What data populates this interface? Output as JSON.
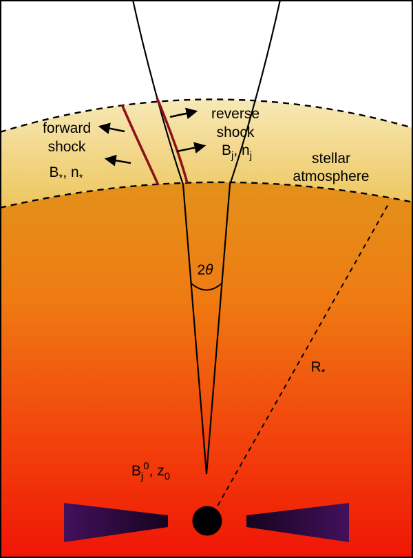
{
  "figure": {
    "name": "jet-stellar-atmosphere-schematic",
    "colors": {
      "background": "#FFFFFF",
      "outline": "#000000",
      "atmosphere_top": "#FAF3D0",
      "atmosphere_bottom": "#EDC55C",
      "interior_top": "#E0961C",
      "interior_upper_mid": "#EF7B12",
      "interior_lower_mid": "#F2430C",
      "interior_bottom": "#F01505",
      "shock_line": "#8C1218",
      "disk_outer": "#43105C",
      "disk_inner": "#160420",
      "compact_object": "#000000"
    },
    "labels": {
      "forward_shock_1": "forward",
      "forward_shock_2": "shock",
      "reverse_shock_1": "reverse",
      "reverse_shock_2": "shock",
      "stellar_atmosphere_1": "stellar",
      "stellar_atmosphere_2": "atmosphere",
      "ambient_medium": {
        "parts": [
          {
            "t": "B"
          },
          {
            "t": "*",
            "s": "sub"
          },
          {
            "t": ", n"
          },
          {
            "t": "*",
            "s": "sub"
          }
        ]
      },
      "jet_medium": {
        "parts": [
          {
            "t": "B"
          },
          {
            "t": "j",
            "s": "sub"
          },
          {
            "t": ", n"
          },
          {
            "t": "j",
            "s": "sub"
          }
        ]
      },
      "opening_angle": {
        "parts": [
          {
            "t": "2"
          },
          {
            "t": "θ",
            "i": true
          }
        ]
      },
      "stellar_radius": {
        "parts": [
          {
            "t": "R"
          },
          {
            "t": "*",
            "s": "sub"
          }
        ]
      },
      "jet_base": {
        "parts": [
          {
            "t": "B"
          },
          {
            "t": "j",
            "s": "sub"
          },
          {
            "t": "0",
            "s": "sup"
          },
          {
            "t": ", z"
          },
          {
            "t": "0",
            "s": "sub"
          }
        ]
      }
    }
  }
}
